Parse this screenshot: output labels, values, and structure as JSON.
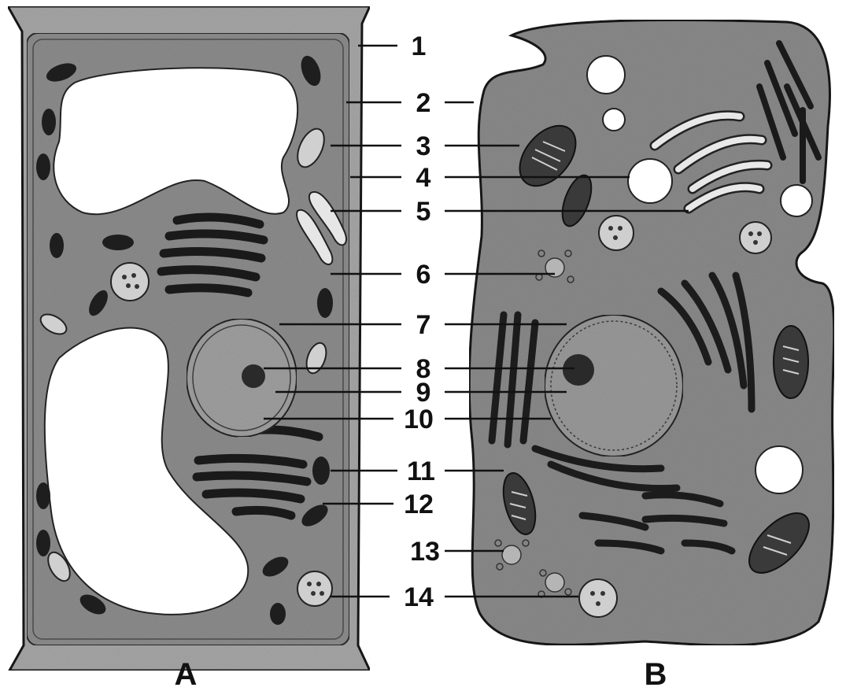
{
  "diagram": {
    "cell_a_caption": "A",
    "cell_b_caption": "B",
    "labels": [
      "1",
      "2",
      "3",
      "4",
      "5",
      "6",
      "7",
      "8",
      "9",
      "10",
      "11",
      "12",
      "13",
      "14"
    ]
  },
  "colors": {
    "cytoplasm": "#8a8a8a",
    "cell_wall": "#a9a9a9",
    "vacuole": "#ffffff",
    "dark_organelle": "#1e1e1e",
    "nucleus": "#9c9c9c",
    "line": "#111111"
  }
}
